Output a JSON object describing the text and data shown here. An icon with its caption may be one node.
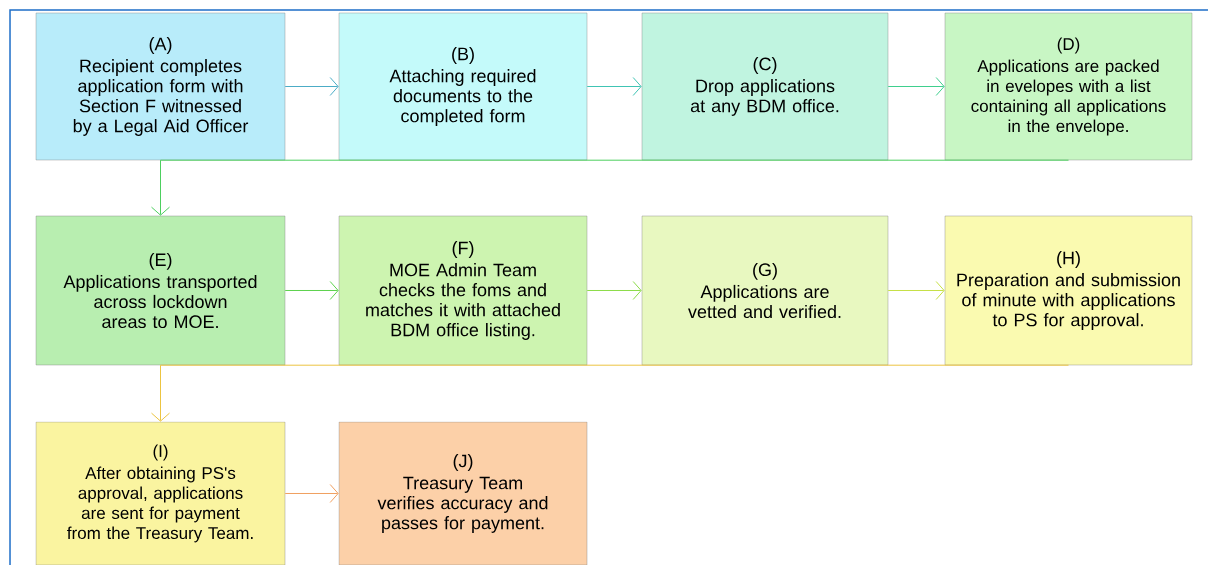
{
  "diagram": {
    "nodes": [
      {
        "text": [
          "(A)",
          "Recipient completes application form with Section F witnessed by a Legal Aid Officer"
        ]
      },
      {
        "text": [
          "(B)",
          "Attaching required documents to the completed form"
        ]
      },
      {
        "text": [
          "(C)",
          "Drop applications at any BDM office."
        ]
      },
      {
        "text": [
          "(D)",
          "Applications are packed in evelopes with a list containing all applications in the envelope."
        ]
      },
      {
        "text": [
          "(E)",
          "Applications transported across lockdown areas to MOE."
        ]
      },
      {
        "text": [
          "(F)",
          "MOE Admin Team checks the foms and matches it with attached BDM office listing."
        ]
      },
      {
        "text": [
          "(G)",
          "Applications are vetted and verified."
        ]
      },
      {
        "text": [
          "(H)",
          "Preparation and submission of minute with applications to PS for approval."
        ]
      },
      {
        "text": [
          "(I)",
          "After obtaining PS's approval, applications are sent for payment from the Treasury Team."
        ]
      },
      {
        "text": [
          "(J)",
          "Treasury Team verifies accuracy and passes for payment."
        ]
      }
    ],
    "edges": [
      {
        "from": 0,
        "to": 1,
        "arrow": "to",
        "color": "#4bacc6"
      },
      {
        "from": 1,
        "to": 2,
        "arrow": "to",
        "color": "#3fc4b4"
      },
      {
        "from": 2,
        "to": 3,
        "arrow": "to",
        "color": "#3ecf8e"
      },
      {
        "from": 3,
        "to": 4,
        "arrow": "to",
        "color": "#4ccf5e"
      },
      {
        "from": 4,
        "to": 5,
        "arrow": "to",
        "color": "#5cd24c"
      },
      {
        "from": 5,
        "to": 6,
        "arrow": "to",
        "color": "#8cdc48"
      },
      {
        "from": 6,
        "to": 7,
        "arrow": "to",
        "color": "#c6e044"
      },
      {
        "from": 7,
        "to": 8,
        "arrow": "to",
        "color": "#ecc440"
      },
      {
        "from": 8,
        "to": 9,
        "arrow": "to",
        "color": "#f0a060"
      }
    ]
  }
}
